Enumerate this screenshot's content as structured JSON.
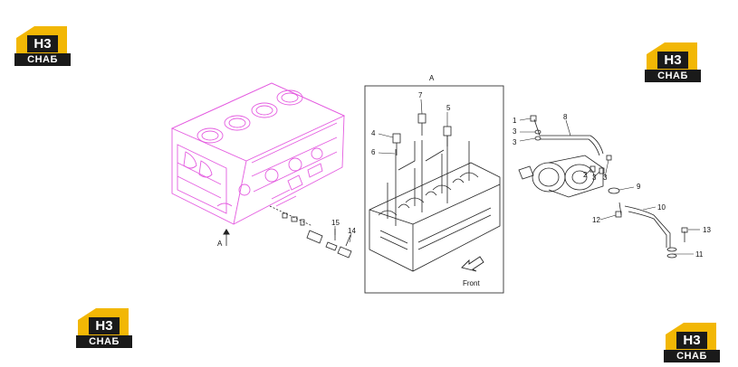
{
  "logo": {
    "mark": "H3",
    "brand": "CHAБ",
    "colors": {
      "accent": "#f2b705",
      "dark": "#1a1a1a"
    }
  },
  "diagram": {
    "view_label_top": "A",
    "view_label_left": "A",
    "front_label": "Front",
    "callouts": [
      "1",
      "2",
      "3",
      "3",
      "3",
      "3",
      "4",
      "5",
      "6",
      "7",
      "8",
      "9",
      "10",
      "11",
      "12",
      "13",
      "14",
      "15"
    ],
    "colors": {
      "engine_block": "#e45ce0",
      "line": "#222222"
    }
  }
}
